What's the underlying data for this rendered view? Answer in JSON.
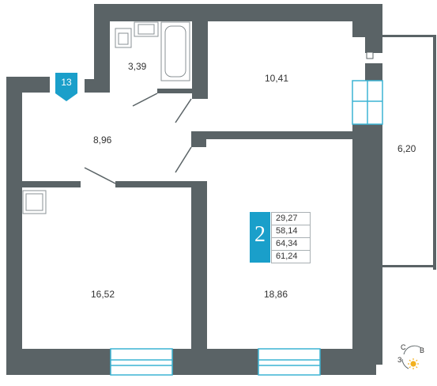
{
  "rooms": {
    "bathroom_area": "3,39",
    "hall_area": "8,96",
    "bedroom_area": "10,41",
    "balcony_area": "6,20",
    "kitchen_area": "16,52",
    "living_area": "18,86"
  },
  "apartment": {
    "rooms_count": "2",
    "areas": [
      "29,27",
      "58,14",
      "64,34",
      "61,24"
    ]
  },
  "entrance_number": "13",
  "compass": {
    "north": "С",
    "east": "В",
    "west": "З"
  },
  "colors": {
    "wall": "#5a6366",
    "accent": "#1a9fca",
    "window": "#3cb4d4",
    "sun": "#f2b01e"
  }
}
